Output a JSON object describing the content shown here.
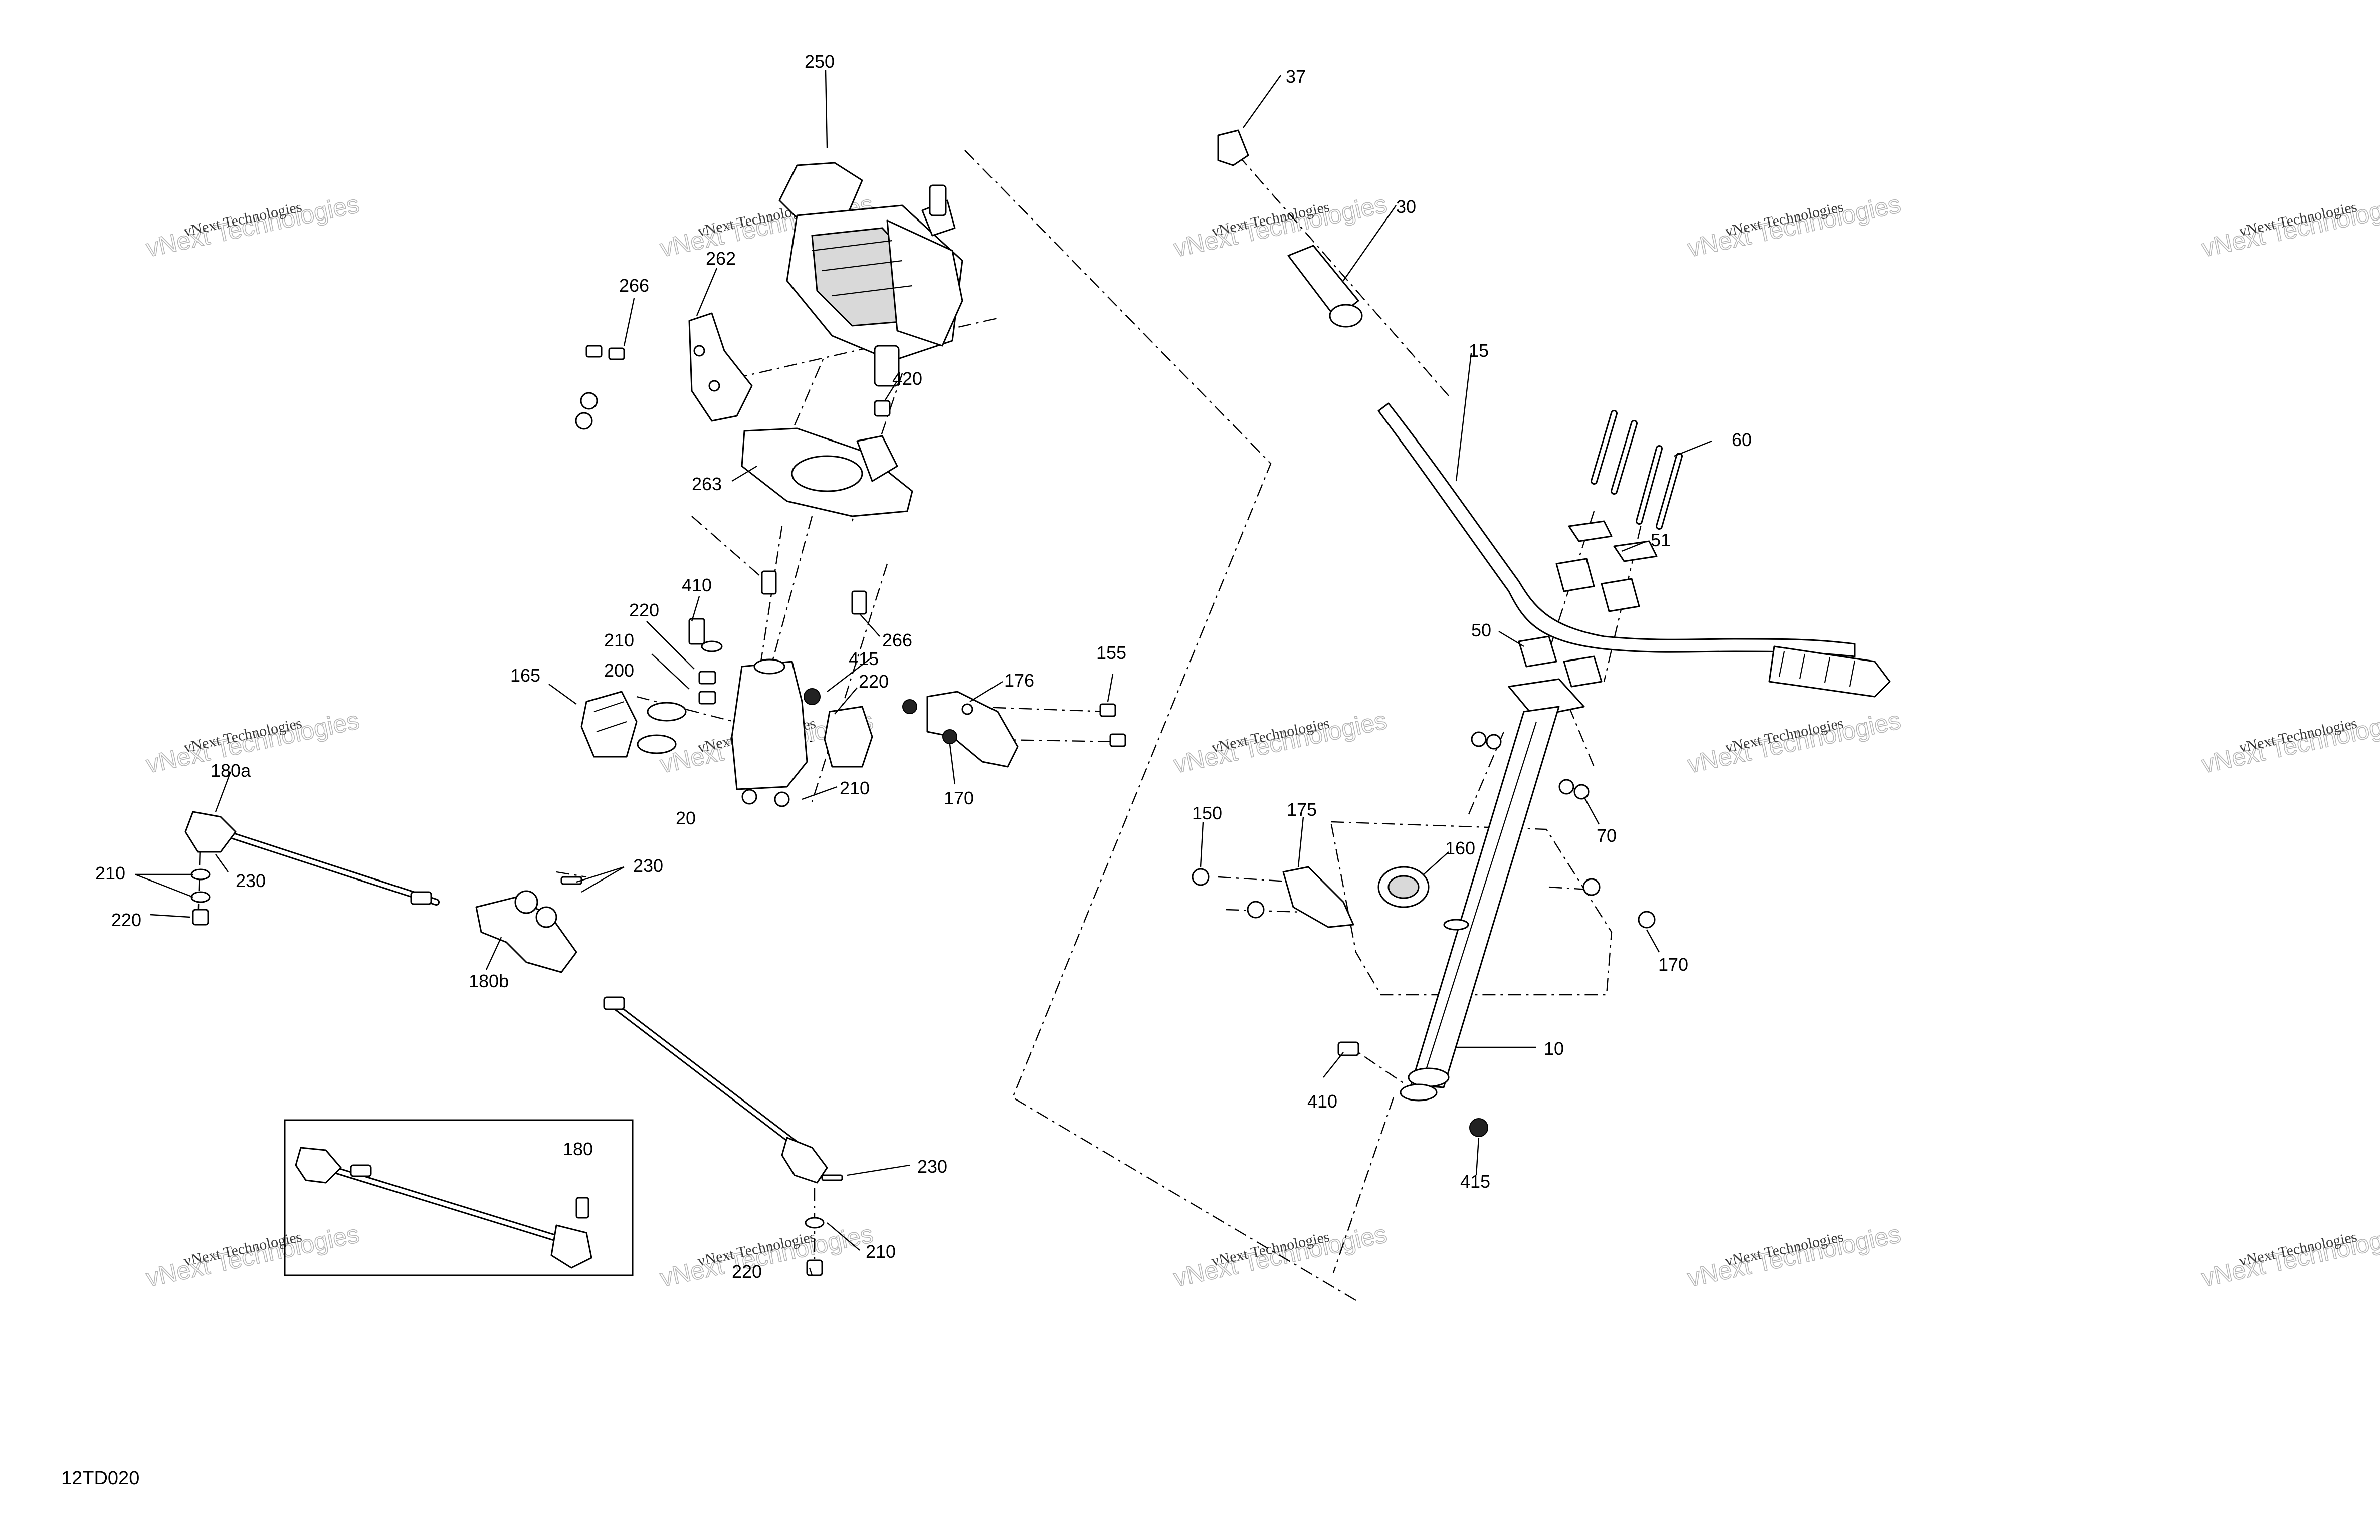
{
  "reference_code": "12TD020",
  "watermark": {
    "line1": "vNext Technologies",
    "line2": "vNext Technologies"
  },
  "callouts": {
    "c250": "250",
    "c262": "262",
    "c266a": "266",
    "c263": "263",
    "c420": "420",
    "c266b": "266",
    "c410a": "410",
    "c220a": "220",
    "c210a": "210",
    "c165": "165",
    "c200": "200",
    "c415a": "415",
    "c220b": "220",
    "c176": "176",
    "c155": "155",
    "c170a": "170",
    "c210b": "210",
    "c20": "20",
    "c180a": "180a",
    "c210c": "210",
    "c230a": "230",
    "c220c": "220",
    "c230b": "230",
    "c180b": "180b",
    "c180": "180",
    "c230c": "230",
    "c210d": "210",
    "c220d": "220",
    "c37": "37",
    "c30": "30",
    "c15": "15",
    "c60": "60",
    "c51": "51",
    "c50": "50",
    "c70": "70",
    "c150": "150",
    "c175": "175",
    "c160": "160",
    "c170b": "170",
    "c10": "10",
    "c410b": "410",
    "c415b": "415"
  }
}
